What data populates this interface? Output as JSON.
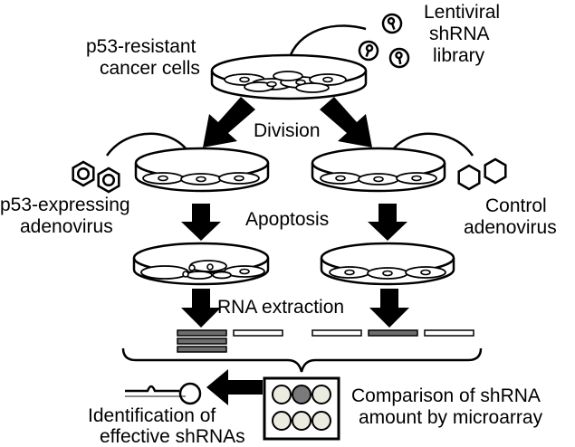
{
  "labels": {
    "lentiviral": [
      "Lentiviral",
      "shRNA",
      "library"
    ],
    "cancer_cells": [
      "p53-resistant",
      "cancer cells"
    ],
    "division": "Division",
    "p53_adenovirus": [
      "p53-expressing",
      "adenovirus"
    ],
    "apoptosis": "Apoptosis",
    "control_adenovirus": [
      "Control",
      "adenovirus"
    ],
    "rna_extraction": "RNA extraction",
    "identification": [
      "Identification of",
      "effective shRNAs"
    ],
    "comparison": [
      "Comparison of shRNA",
      "amount by microarray"
    ]
  },
  "colors": {
    "stroke": "#000000",
    "band_gray": "#6e6e6e",
    "spot_gray": "#7a7a7a",
    "spot_light": "#ebebe0",
    "probe_gray": "#8a8a8a"
  },
  "icons": {
    "lentivirus": "lentivirus-particle-icon",
    "adenovirus_p53": "hexagon-with-ring-icon",
    "adenovirus_control": "empty-hexagon-icon"
  }
}
